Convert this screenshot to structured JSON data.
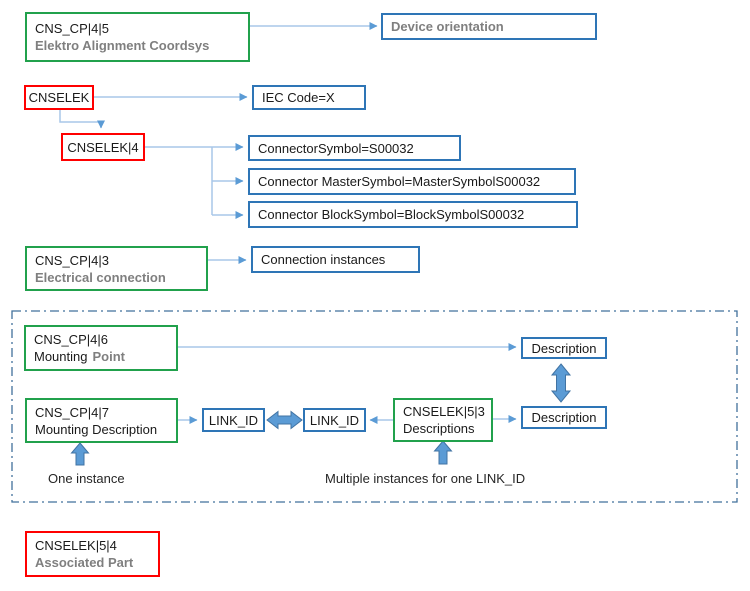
{
  "diagram": {
    "nodes": {
      "cns_cp_4_5": {
        "code": "CNS_CP|4|5",
        "label": "Elektro Alignment Coordsys"
      },
      "device_orientation": {
        "label": "Device orientation"
      },
      "cnselek": {
        "label": "CNSELEK"
      },
      "iec_code": {
        "label": "IEC Code=X"
      },
      "cnselek_4": {
        "label": "CNSELEK|4"
      },
      "connector_symbol": {
        "label": "ConnectorSymbol=S00032"
      },
      "connector_master_symbol": {
        "label": "Connector MasterSymbol=MasterSymbolS00032"
      },
      "connector_block_symbol": {
        "label": "Connector BlockSymbol=BlockSymbolS00032"
      },
      "cns_cp_4_3": {
        "code": "CNS_CP|4|3",
        "label": "Electrical connection"
      },
      "connection_instances": {
        "label": "Connection instances"
      },
      "cns_cp_4_6": {
        "code": "CNS_CP|4|6",
        "label_plain": "Mounting",
        "label_bold": "Point"
      },
      "description_top": {
        "label": "Description"
      },
      "cns_cp_4_7": {
        "code": "CNS_CP|4|7",
        "label": "Mounting Description"
      },
      "link_id_left": {
        "label": "LINK_ID"
      },
      "link_id_right": {
        "label": "LINK_ID"
      },
      "cnselek_5_3": {
        "code": "CNSELEK|5|3",
        "label": "Descriptions"
      },
      "description_bottom": {
        "label": "Description"
      },
      "cnselek_5_4": {
        "code": "CNSELEK|5|4",
        "label": "Associated Part"
      }
    },
    "annotations": {
      "one_instance": "One instance",
      "multiple_instances": "Multiple instances for one LINK_ID"
    },
    "colors": {
      "green-border": "#21a14c",
      "red-border": "#ff0000",
      "blue-border": "#2e75b6",
      "connector-line": "#a9c7e9",
      "connector-arrowhead": "#5b9bd5",
      "block-arrow-fill": "#5b9bd5",
      "block-arrow-stroke": "#4173a3",
      "dashed-border": "#41719c",
      "text-dark": "#1a1a1a",
      "text-gray-bold": "#7f7f7f"
    }
  }
}
